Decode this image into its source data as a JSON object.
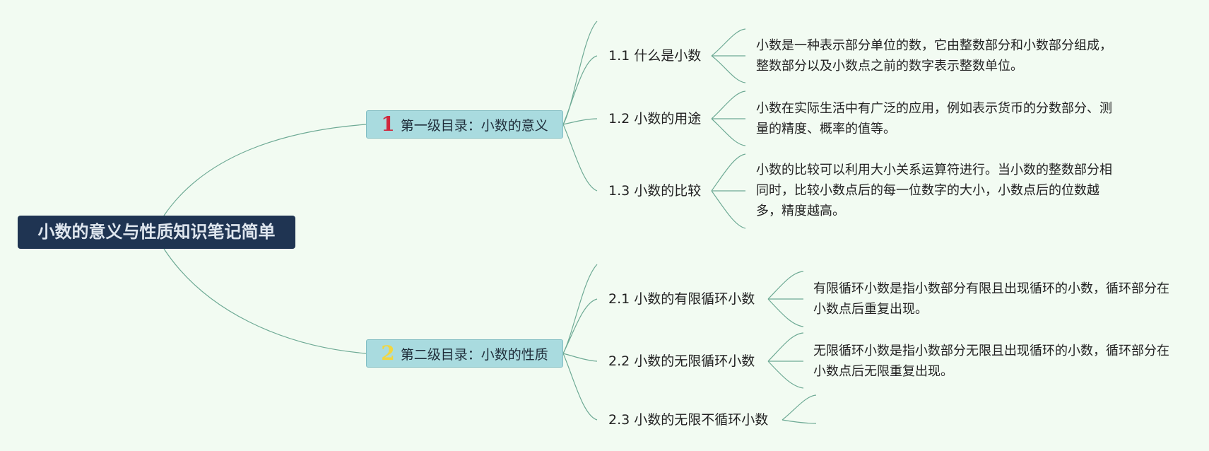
{
  "root": {
    "title": "小数的意义与性质知识笔记简单"
  },
  "sections": [
    {
      "number": "1",
      "number_color": "#d0283d",
      "title": "第一级目录：小数的意义",
      "items": [
        {
          "title": "1.1 什么是小数",
          "description": "小数是一种表示部分单位的数，它由整数部分和小数部分组成，整数部分以及小数点之前的数字表示整数单位。"
        },
        {
          "title": "1.2 小数的用途",
          "description": "小数在实际生活中有广泛的应用，例如表示货币的分数部分、测量的精度、概率的值等。"
        },
        {
          "title": "1.3 小数的比较",
          "description": "小数的比较可以利用大小关系运算符进行。当小数的整数部分相同时，比较小数点后的每一位数字的大小，小数点后的位数越多，精度越高。"
        }
      ]
    },
    {
      "number": "2",
      "number_color": "#f2d640",
      "title": "第二级目录：小数的性质",
      "items": [
        {
          "title": "2.1 小数的有限循环小数",
          "description": "有限循环小数是指小数部分有限且出现循环的小数，循环部分在小数点后重复出现。"
        },
        {
          "title": "2.2 小数的无限循环小数",
          "description": "无限循环小数是指小数部分无限且出现循环的小数，循环部分在小数点后无限重复出现。"
        },
        {
          "title": "2.3 小数的无限不循环小数",
          "description": ""
        }
      ]
    }
  ]
}
